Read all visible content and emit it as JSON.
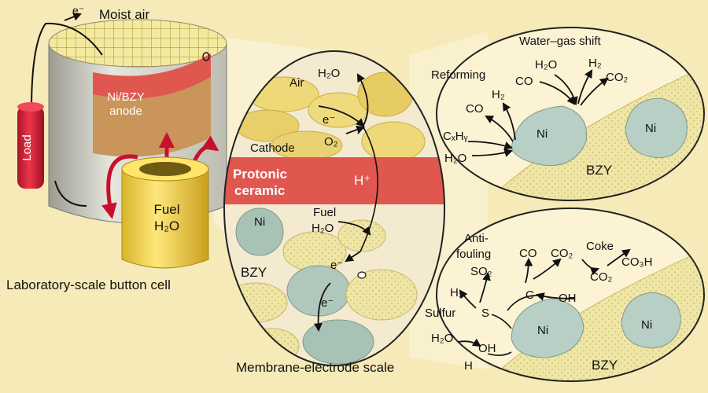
{
  "cell": {
    "electron": "e⁻",
    "moist_air": "Moist air",
    "anode_line1": "Ni/BZY",
    "anode_line2": "anode",
    "load": "Load",
    "fuel": "Fuel",
    "h2o": "H₂O",
    "caption": "Laboratory-scale button cell"
  },
  "membrane": {
    "h2o_top": "H₂O",
    "air": "Air",
    "e_top": "e⁻",
    "cathode": "Cathode",
    "o2": "O₂",
    "protonic": "Protonic",
    "ceramic": "ceramic",
    "hplus": "H⁺",
    "ni": "Ni",
    "fuel": "Fuel",
    "h2o_fuel": "H₂O",
    "bzy": "BZY",
    "e_mid": "e⁻",
    "e_bottom": "e⁻",
    "caption": "Membrane-electrode scale"
  },
  "reforming": {
    "water_gas_shift": "Water–gas shift",
    "reforming": "Reforming",
    "h2o_a": "H₂O",
    "h2_a": "H₂",
    "co_a": "CO",
    "co2_a": "CO₂",
    "co_b": "CO",
    "h2_b": "H₂",
    "cxhy": "CₓHᵧ",
    "h2o_b": "H₂O",
    "ni1": "Ni",
    "ni2": "Ni",
    "bzy": "BZY"
  },
  "fouling": {
    "anti": "Anti-",
    "fouling": "fouling",
    "coke": "Coke",
    "co": "CO",
    "co2_a": "CO₂",
    "co3h": "CO₃H",
    "so2": "SO₂",
    "co2_b": "CO₂",
    "h2": "H₂",
    "c": "C",
    "oh_a": "OH",
    "sulfur": "Sulfur",
    "s": "S",
    "h2o": "H₂O",
    "oh_b": "OH",
    "h": "H",
    "ni1": "Ni",
    "ni2": "Ni",
    "bzy": "BZY"
  },
  "colors": {
    "background": "#f6eab8",
    "electrolyte": "#e0574f",
    "anode": "#c9955a",
    "fuel_cup": "#f2d24a",
    "load": "#d92a3a",
    "ni_particle": "#b8cfc5",
    "bzy_surface": "#efe6a6"
  }
}
